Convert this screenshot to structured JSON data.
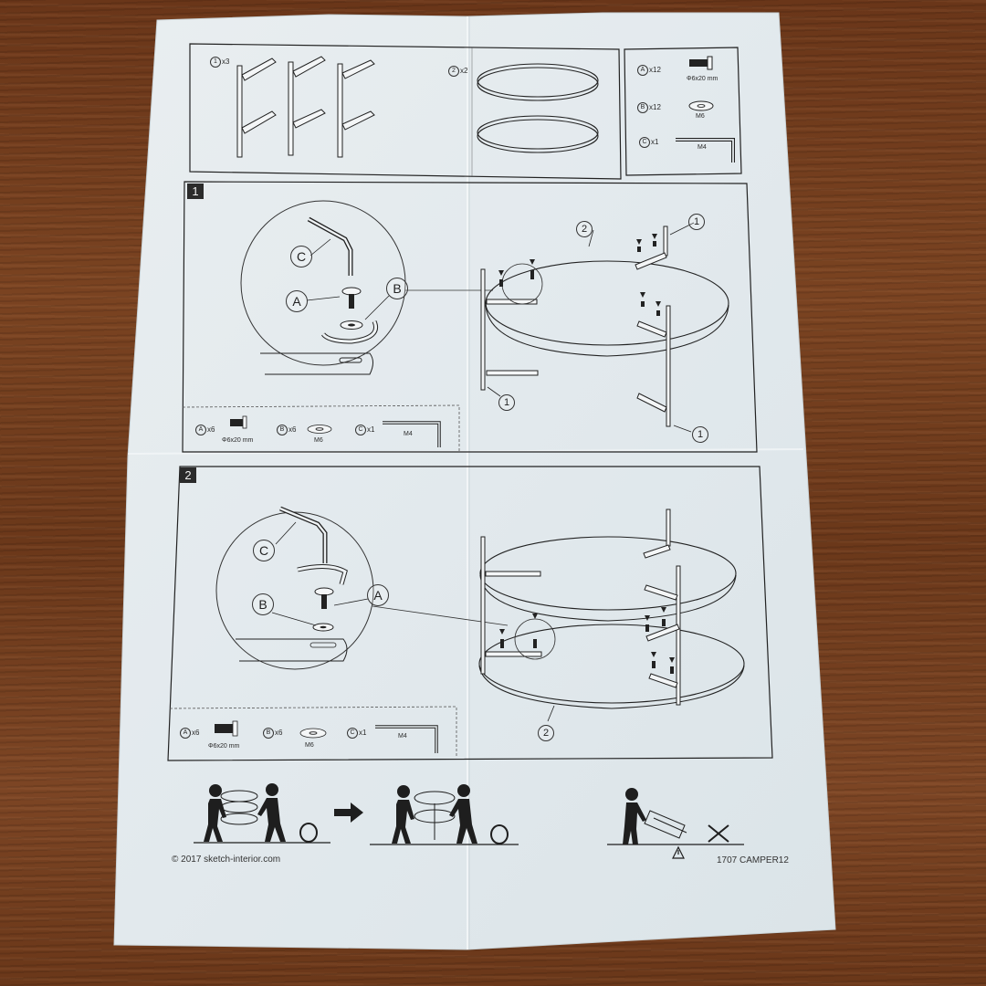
{
  "scene": {
    "description": "Photo of a folded assembly instruction sheet for a two-tier round coffee table lying on a wooden surface",
    "background": "wood-table",
    "colors": {
      "wood": "#6e3c1c",
      "paper": "#e4ebef",
      "ink": "#1e1e1e"
    }
  },
  "parts_list": {
    "legs": {
      "id": "1",
      "qty": "x3"
    },
    "trays": {
      "id": "2",
      "qty": "x2"
    },
    "hardware": [
      {
        "id": "A",
        "qty": "x12",
        "spec": "Φ6x20 mm",
        "icon": "bolt-icon"
      },
      {
        "id": "B",
        "qty": "x12",
        "spec": "M6",
        "icon": "washer-icon"
      },
      {
        "id": "C",
        "qty": "x1",
        "spec": "M4",
        "icon": "hex-key-icon"
      }
    ]
  },
  "step1": {
    "number": "1",
    "callouts": {
      "c": "C",
      "a": "A",
      "b": "B",
      "tray": "2",
      "leg": "1"
    },
    "hardware": [
      {
        "id": "A",
        "qty": "x6",
        "spec": "Φ6x20 mm"
      },
      {
        "id": "B",
        "qty": "x6",
        "spec": "M6"
      },
      {
        "id": "C",
        "qty": "x1",
        "spec": "M4"
      }
    ]
  },
  "step2": {
    "number": "2",
    "callouts": {
      "c": "C",
      "a": "A",
      "b": "B",
      "tray": "2"
    },
    "hardware": [
      {
        "id": "A",
        "qty": "x6",
        "spec": "Φ6x20 mm"
      },
      {
        "id": "B",
        "qty": "x6",
        "spec": "M6"
      },
      {
        "id": "C",
        "qty": "x1",
        "spec": "M4"
      }
    ]
  },
  "footer": {
    "ok_mark": "O",
    "ng_mark": "X",
    "warning": "⚠",
    "arrow": "➜",
    "copyright": "© 2017 sketch-interior.com",
    "model_code": "1707 CAMPER12"
  }
}
